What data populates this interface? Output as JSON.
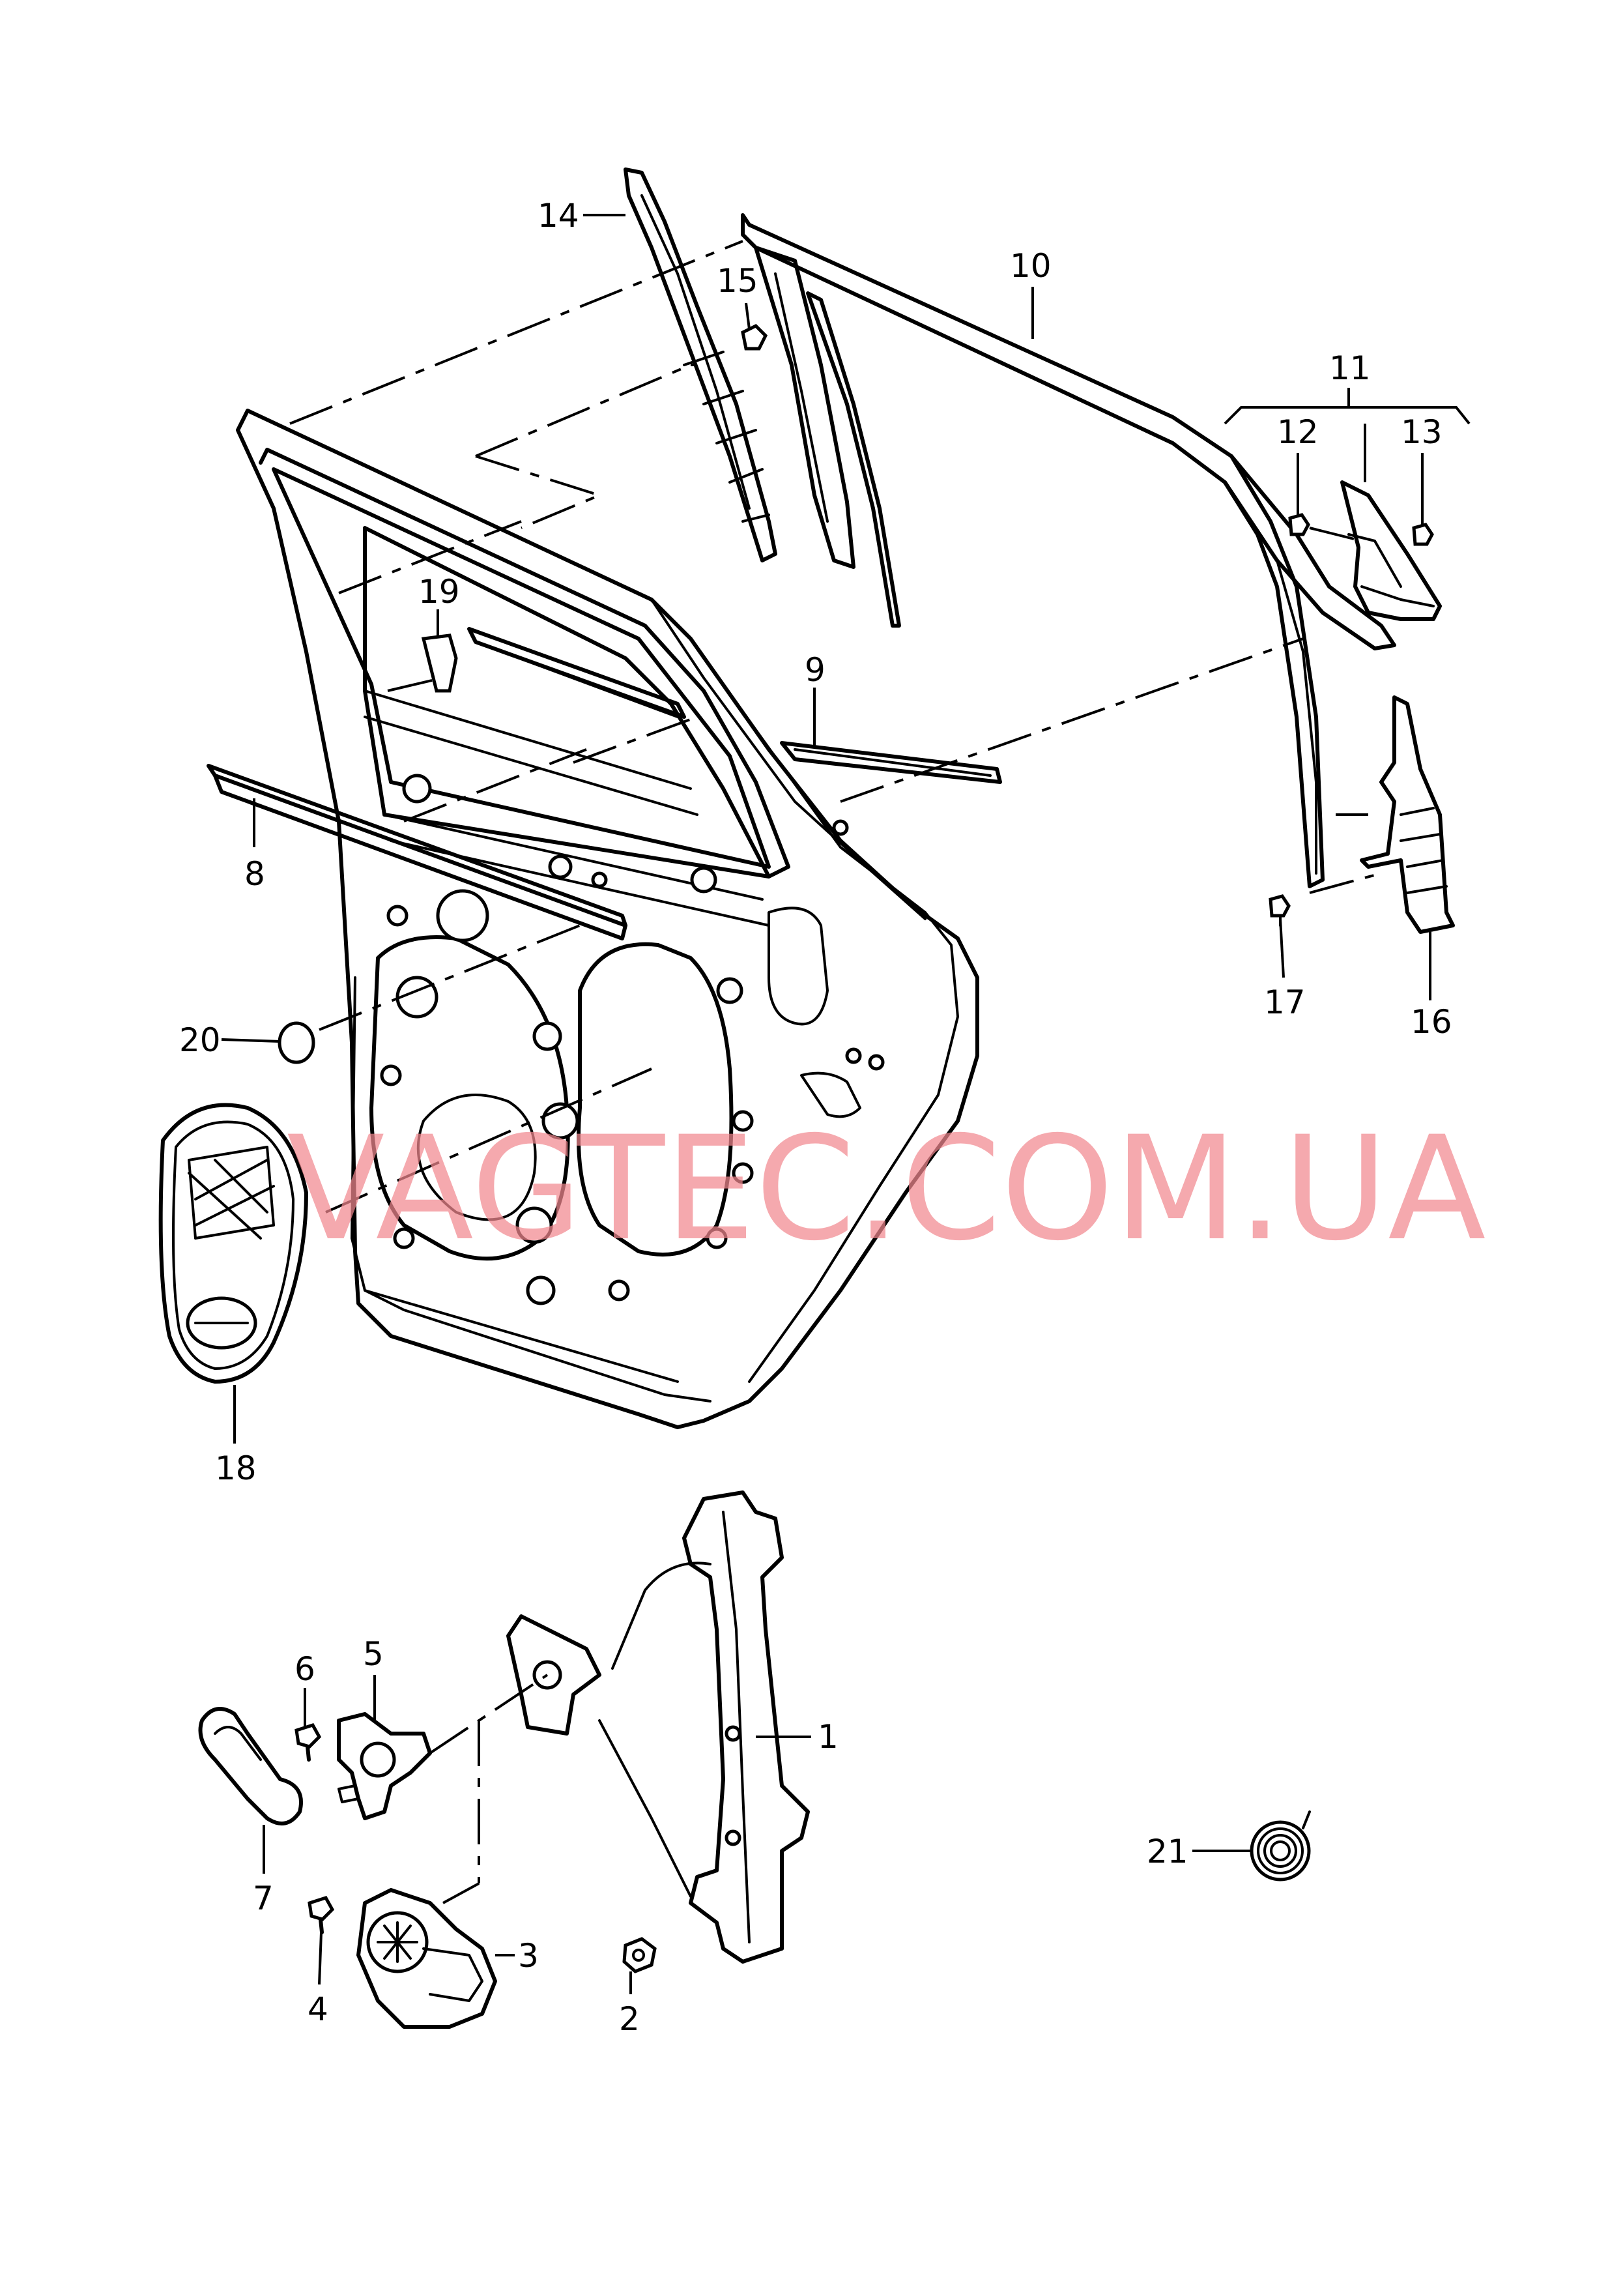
{
  "callouts": [
    {
      "id": "c1",
      "text": "1"
    },
    {
      "id": "c2",
      "text": "2"
    },
    {
      "id": "c3",
      "text": "3"
    },
    {
      "id": "c4",
      "text": "4"
    },
    {
      "id": "c5",
      "text": "5"
    },
    {
      "id": "c6",
      "text": "6"
    },
    {
      "id": "c7",
      "text": "7"
    },
    {
      "id": "c8",
      "text": "8"
    },
    {
      "id": "c9",
      "text": "9"
    },
    {
      "id": "c10",
      "text": "10"
    },
    {
      "id": "c11",
      "text": "11"
    },
    {
      "id": "c12",
      "text": "12"
    },
    {
      "id": "c13",
      "text": "13"
    },
    {
      "id": "c14",
      "text": "14"
    },
    {
      "id": "c15",
      "text": "15"
    },
    {
      "id": "c16",
      "text": "16"
    },
    {
      "id": "c17",
      "text": "17"
    },
    {
      "id": "c18",
      "text": "18"
    },
    {
      "id": "c19",
      "text": "19"
    },
    {
      "id": "c20",
      "text": "20"
    },
    {
      "id": "c21",
      "text": "21"
    }
  ],
  "watermark": "VAGTEC.COM.UA",
  "colors": {
    "line": "#000000",
    "watermark": "#f2888f",
    "background": "#ffffff"
  }
}
